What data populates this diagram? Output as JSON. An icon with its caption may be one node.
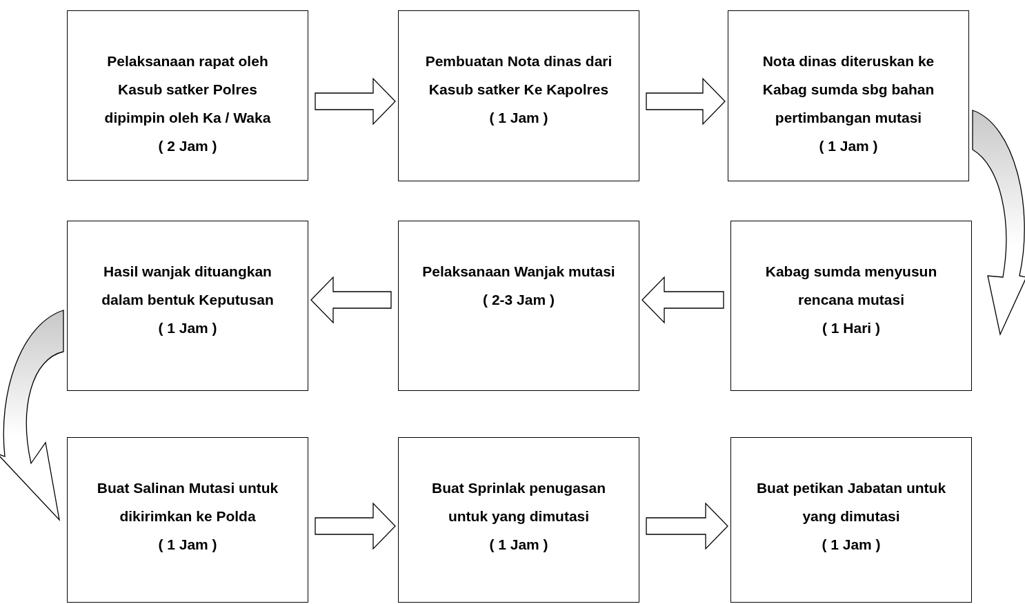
{
  "diagram": {
    "nodes": [
      {
        "text": [
          "Pelaksanaan rapat oleh Kasub satker Polres dipimpin oleh Ka / Waka",
          "( 2 Jam )"
        ]
      },
      {
        "text": [
          "Pembuatan Nota dinas dari Kasub satker Ke Kapolres",
          "( 1 Jam )"
        ]
      },
      {
        "text": [
          "Nota dinas diteruskan ke Kabag sumda sbg bahan pertimbangan mutasi",
          "( 1 Jam )"
        ]
      },
      {
        "text": [
          "Hasil wanjak dituangkan dalam bentuk Keputusan",
          "( 1 Jam )"
        ]
      },
      {
        "text": [
          "Pelaksanaan Wanjak mutasi",
          "( 2-3 Jam )"
        ]
      },
      {
        "text": [
          "Kabag sumda menyusun rencana mutasi",
          "( 1 Hari )"
        ]
      },
      {
        "text": [
          "Buat Salinan Mutasi untuk dikirimkan ke Polda",
          "( 1 Jam )"
        ]
      },
      {
        "text": [
          "Buat Sprinlak penugasan untuk yang dimutasi",
          "( 1 Jam )"
        ]
      },
      {
        "text": [
          "Buat petikan Jabatan untuk yang dimutasi",
          "( 1 Jam )"
        ]
      }
    ],
    "edges": [
      {
        "from": 0,
        "to": 1,
        "arrow": "to"
      },
      {
        "from": 1,
        "to": 2,
        "arrow": "to"
      },
      {
        "from": 2,
        "to": 5,
        "arrow": "to"
      },
      {
        "from": 5,
        "to": 4,
        "arrow": "to"
      },
      {
        "from": 4,
        "to": 3,
        "arrow": "to"
      },
      {
        "from": 3,
        "to": 6,
        "arrow": "to"
      },
      {
        "from": 6,
        "to": 7,
        "arrow": "to"
      },
      {
        "from": 7,
        "to": 8,
        "arrow": "to"
      }
    ]
  }
}
